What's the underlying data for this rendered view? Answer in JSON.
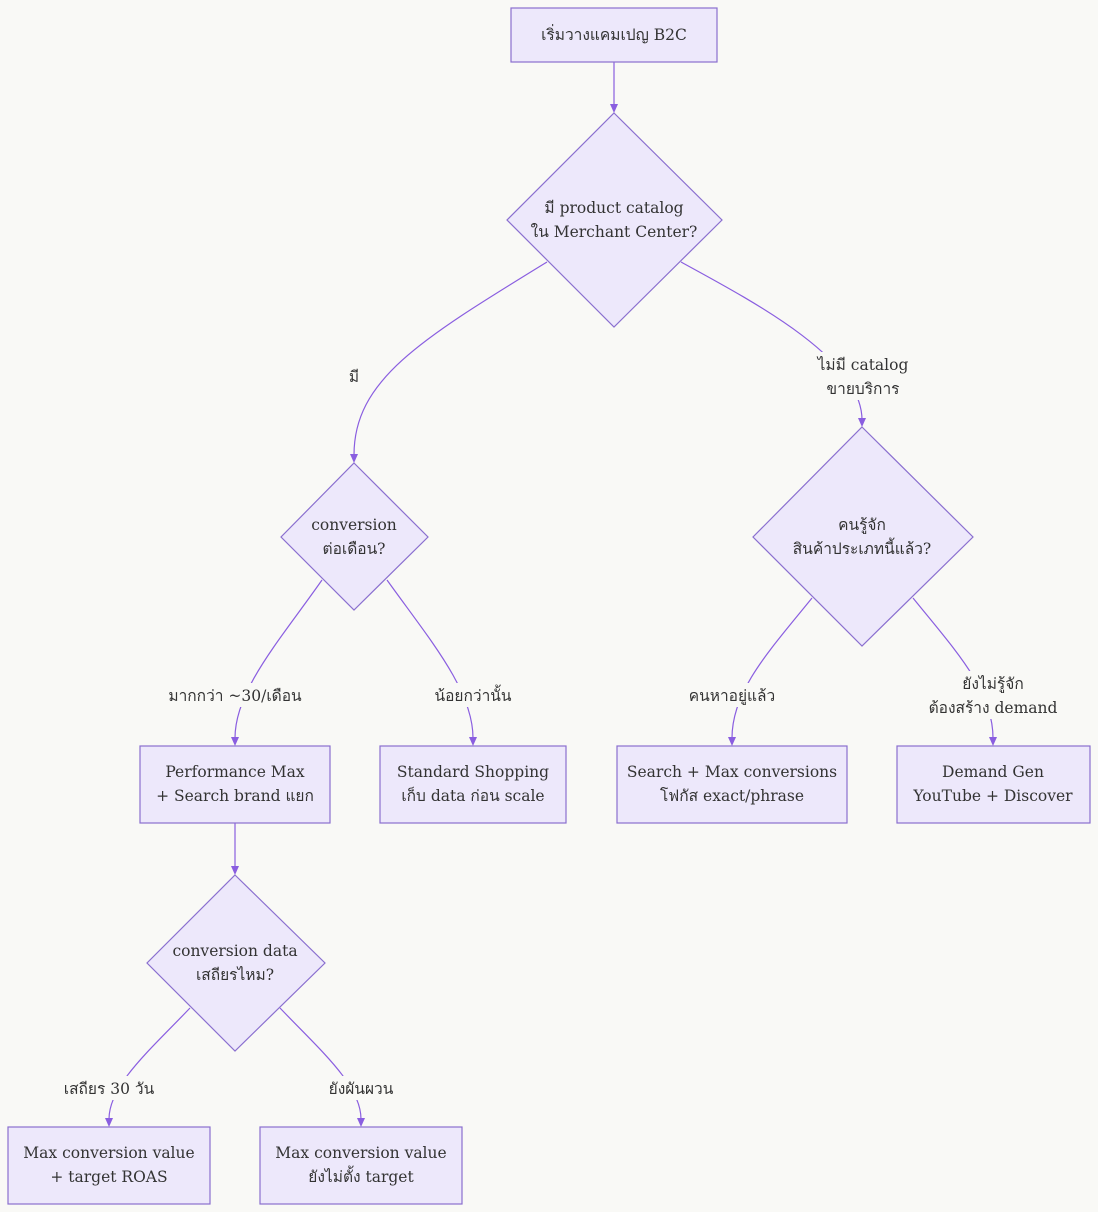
{
  "flowchart": {
    "nodes": {
      "start": {
        "lines": [
          "เริ่มวางแคมเปญ B2C"
        ]
      },
      "catalog": {
        "lines": [
          "มี product catalog",
          "ใน Merchant Center?"
        ]
      },
      "conversion": {
        "lines": [
          "conversion",
          "ต่อเดือน?"
        ]
      },
      "awareness": {
        "lines": [
          "คนรู้จัก",
          "สินค้าประเภทนี้แล้ว?"
        ]
      },
      "pmax": {
        "lines": [
          "Performance Max",
          "+ Search brand แยก"
        ]
      },
      "shopping": {
        "lines": [
          "Standard Shopping",
          "เก็บ data ก่อน scale"
        ]
      },
      "search": {
        "lines": [
          "Search + Max conversions",
          "โฟกัส exact/phrase"
        ]
      },
      "demandgen": {
        "lines": [
          "Demand Gen",
          "YouTube + Discover"
        ]
      },
      "stable": {
        "lines": [
          "conversion data",
          "เสถียรไหม?"
        ]
      },
      "roas": {
        "lines": [
          "Max conversion value",
          "+ target ROAS"
        ]
      },
      "notarget": {
        "lines": [
          "Max conversion value",
          "ยังไม่ตั้ง target"
        ]
      }
    },
    "edge_labels": {
      "has_catalog": [
        "มี"
      ],
      "no_catalog": [
        "ไม่มี catalog",
        "ขายบริการ"
      ],
      "more_than_30": [
        "มากกว่า ~30/เดือน"
      ],
      "less": [
        "น้อยกว่านั้น"
      ],
      "already_searching": [
        "คนหาอยู่แล้ว"
      ],
      "unknown": [
        "ยังไม่รู้จัก",
        "ต้องสร้าง demand"
      ],
      "stable_30": [
        "เสถียร 30 วัน"
      ],
      "fluctuating": [
        "ยังผันผวน"
      ]
    }
  }
}
